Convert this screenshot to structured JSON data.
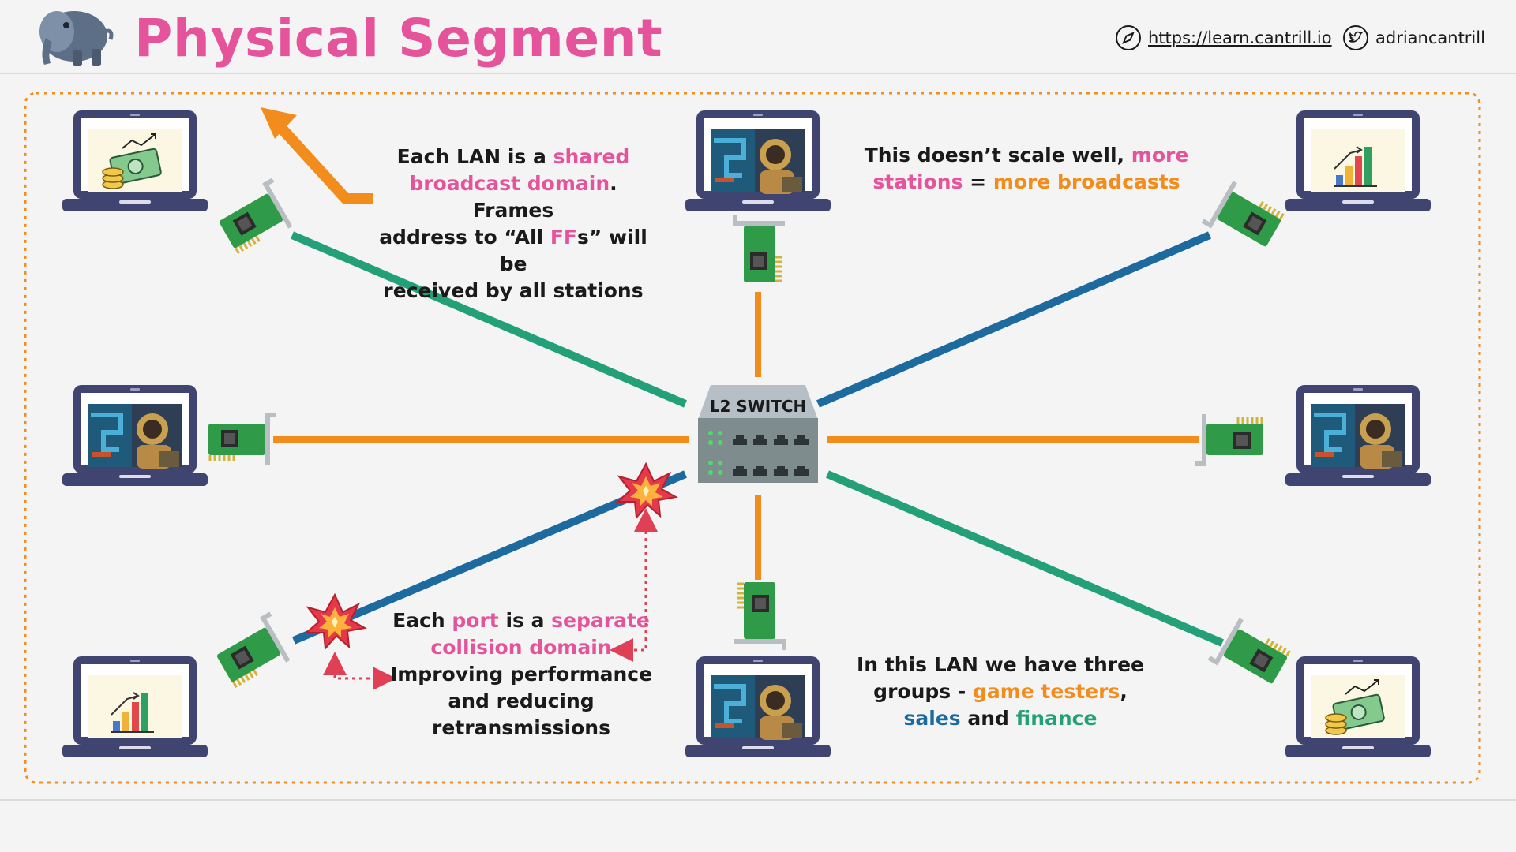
{
  "header": {
    "title": "Physical Segment",
    "url": "https://learn.cantrill.io",
    "handle": "adriancantrill",
    "logo_icon": "elephant-logo-icon",
    "url_icon": "compass-icon",
    "handle_icon": "twitter-bird-icon"
  },
  "colors": {
    "pink": "#e5549a",
    "orange": "#f28c1c",
    "blue": "#1d6a9e",
    "green": "#24a079",
    "laptop": "#6e6ea8",
    "switch": "#7f8c8d"
  },
  "diagram": {
    "switch_label": "L2 SWITCH",
    "notes": {
      "broadcast": {
        "t1": "Each LAN is a ",
        "t2": "shared",
        "t3": "broadcast domain",
        "t4": ". Frames",
        "t5": "address to “All ",
        "t6": "FF",
        "t7": "s” will be",
        "t8": "received by all stations"
      },
      "scale": {
        "t1": "This doesn’t scale well, ",
        "t2": "more",
        "t3": "stations",
        "t4": " = ",
        "t5": "more broadcasts"
      },
      "collision": {
        "t1": "Each ",
        "t2": "port",
        "t3": " is a ",
        "t4": "separate",
        "t5": "collision domain",
        "t6": "Improving performance",
        "t7": "and reducing",
        "t8": "retransmissions"
      },
      "groups": {
        "t1": "In this LAN we have three",
        "t2": "groups - ",
        "t3": "game testers",
        "t4": ",",
        "t5": "sales",
        "t6": " and ",
        "t7": "finance"
      }
    },
    "stations": [
      {
        "name": "finance-laptop-top-left",
        "group": "finance",
        "screen": "money-icon"
      },
      {
        "name": "gamer-laptop-top-center",
        "group": "game testers",
        "screen": "gamer-image-icon"
      },
      {
        "name": "sales-laptop-top-right",
        "group": "sales",
        "screen": "bar-chart-icon"
      },
      {
        "name": "gamer-laptop-mid-left",
        "group": "game testers",
        "screen": "gamer-image-icon"
      },
      {
        "name": "gamer-laptop-mid-right",
        "group": "game testers",
        "screen": "gamer-image-icon"
      },
      {
        "name": "sales-laptop-bottom-left",
        "group": "sales",
        "screen": "bar-chart-icon"
      },
      {
        "name": "gamer-laptop-bottom-center",
        "group": "game testers",
        "screen": "gamer-image-icon"
      },
      {
        "name": "finance-laptop-bottom-right",
        "group": "finance",
        "screen": "money-icon"
      }
    ]
  }
}
